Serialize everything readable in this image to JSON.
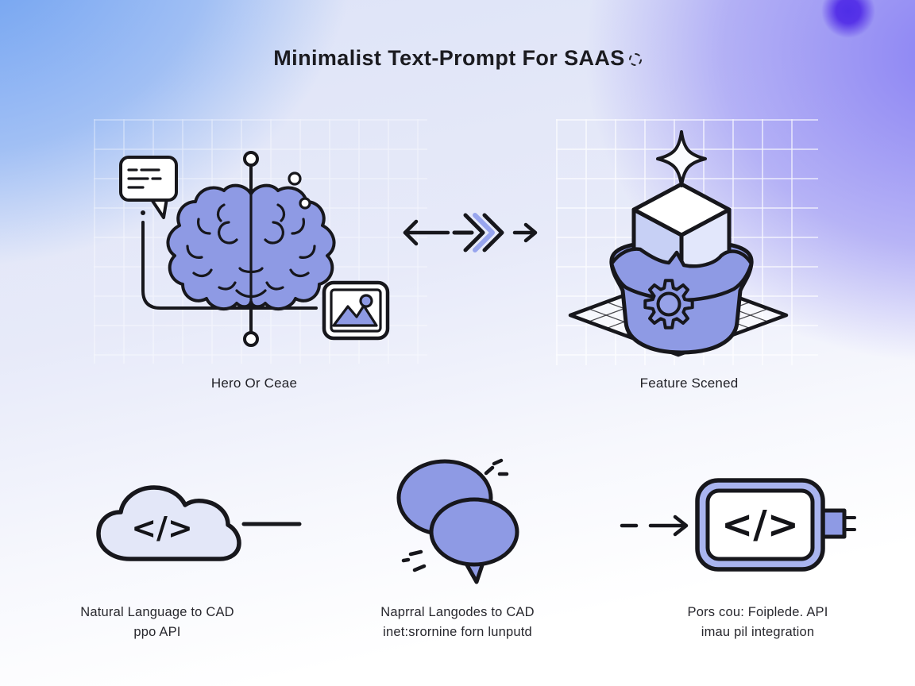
{
  "title": {
    "text": "Minimalist Text-Prompt For SAAS",
    "trailing_icon": "dashed-circle-icon"
  },
  "code_glyph": "</>",
  "top_row": {
    "hero": {
      "caption": "Hero Or Ceae",
      "icons": [
        "speech-bubble-icon",
        "brain-icon",
        "image-icon"
      ]
    },
    "feature": {
      "caption": "Feature Scened",
      "icons": [
        "sparkle-icon",
        "isometric-cube-icon",
        "pot-icon",
        "gear-icon",
        "isometric-grid-icon"
      ]
    },
    "connector_icons": [
      "arrow-left-icon",
      "triple-chevron-right-icon",
      "arrow-right-icon"
    ]
  },
  "bottom_row": [
    {
      "icon": "cloud-code-icon",
      "line1": "Natural Language to CAD",
      "line2": "ppo API"
    },
    {
      "icon": "chat-bubbles-icon",
      "line1": "Naprral Langodes to CAD",
      "line2": "inet:srornine forn lunputd"
    },
    {
      "icon": "code-module-icon",
      "line1": "Pors cou: Foiplede. API",
      "line2": "imau pil integration"
    }
  ],
  "colors": {
    "accent_fill": "#8e9ae4",
    "light_fill": "#e3e7f8",
    "outline": "#17171c",
    "bg_blue": "#74a4f1",
    "bg_periwinkle": "#8d85f3",
    "bg_violet_blob": "#5633e8"
  }
}
